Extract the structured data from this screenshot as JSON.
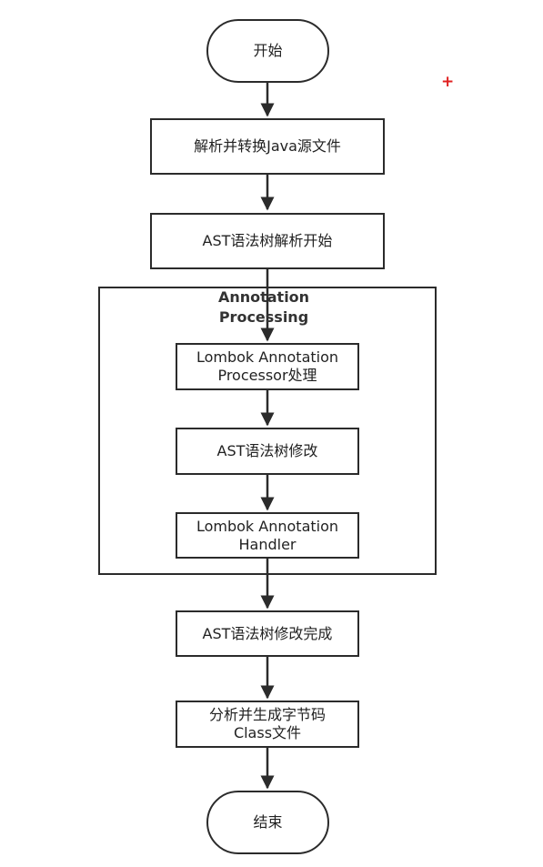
{
  "nodes": {
    "start": "开始",
    "parse": "解析并转换Java源文件",
    "ast_parse": "AST语法树解析开始",
    "processor": "Lombok Annotation\nProcessor处理",
    "ast_modify": "AST语法树修改",
    "handler": "Lombok Annotation\nHandler",
    "ast_done": "AST语法树修改完成",
    "bytecode": "分析并生成字节码\nClass文件",
    "end": "结束"
  },
  "group": {
    "label": "Annotation\nProcessing"
  },
  "colors": {
    "stroke": "#2b2b2b",
    "marker": "#e02020"
  },
  "marker_icon": "plus-icon"
}
